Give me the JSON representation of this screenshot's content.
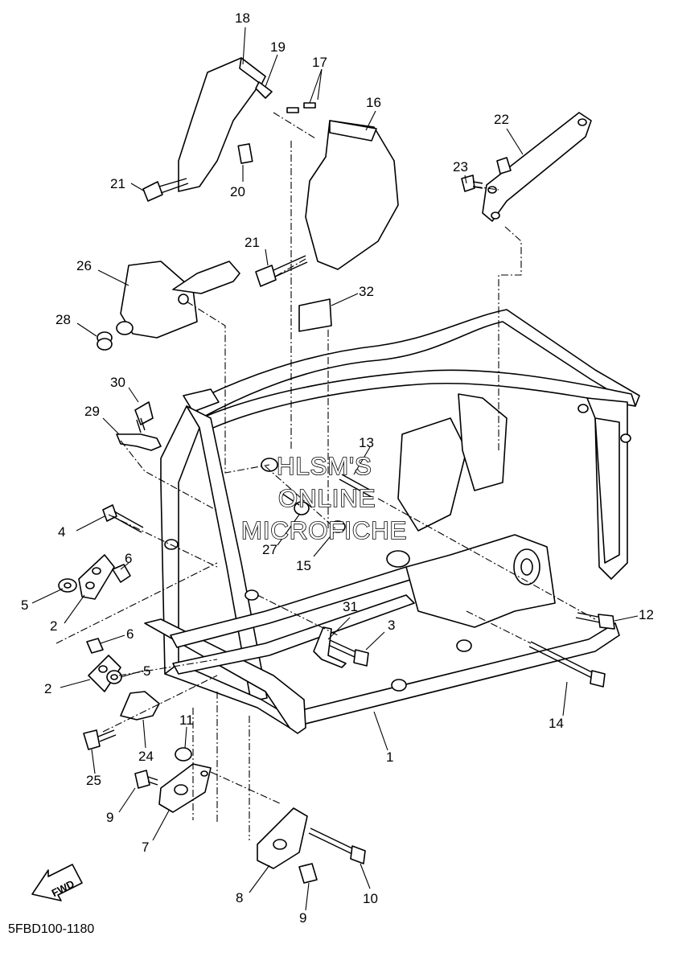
{
  "diagram_code": "5FBD100-1180",
  "watermark": [
    "HLSM'S",
    "ONLINE",
    "MICROFICHE"
  ],
  "fwd_label": "FWD",
  "callouts": [
    {
      "id": "c1",
      "text": "1"
    },
    {
      "id": "c2a",
      "text": "2"
    },
    {
      "id": "c2b",
      "text": "2"
    },
    {
      "id": "c3",
      "text": "3"
    },
    {
      "id": "c4",
      "text": "4"
    },
    {
      "id": "c5a",
      "text": "5"
    },
    {
      "id": "c5b",
      "text": "5"
    },
    {
      "id": "c6a",
      "text": "6"
    },
    {
      "id": "c6b",
      "text": "6"
    },
    {
      "id": "c7",
      "text": "7"
    },
    {
      "id": "c8",
      "text": "8"
    },
    {
      "id": "c9a",
      "text": "9"
    },
    {
      "id": "c9b",
      "text": "9"
    },
    {
      "id": "c10",
      "text": "10"
    },
    {
      "id": "c11",
      "text": "11"
    },
    {
      "id": "c12",
      "text": "12"
    },
    {
      "id": "c13",
      "text": "13"
    },
    {
      "id": "c14",
      "text": "14"
    },
    {
      "id": "c15",
      "text": "15"
    },
    {
      "id": "c16",
      "text": "16"
    },
    {
      "id": "c17",
      "text": "17"
    },
    {
      "id": "c18",
      "text": "18"
    },
    {
      "id": "c19",
      "text": "19"
    },
    {
      "id": "c20",
      "text": "20"
    },
    {
      "id": "c21a",
      "text": "21"
    },
    {
      "id": "c21b",
      "text": "21"
    },
    {
      "id": "c22",
      "text": "22"
    },
    {
      "id": "c23",
      "text": "23"
    },
    {
      "id": "c24",
      "text": "24"
    },
    {
      "id": "c25",
      "text": "25"
    },
    {
      "id": "c26",
      "text": "26"
    },
    {
      "id": "c27",
      "text": "27"
    },
    {
      "id": "c28",
      "text": "28"
    },
    {
      "id": "c29",
      "text": "29"
    },
    {
      "id": "c30",
      "text": "30"
    },
    {
      "id": "c31",
      "text": "31"
    },
    {
      "id": "c32",
      "text": "32"
    }
  ]
}
